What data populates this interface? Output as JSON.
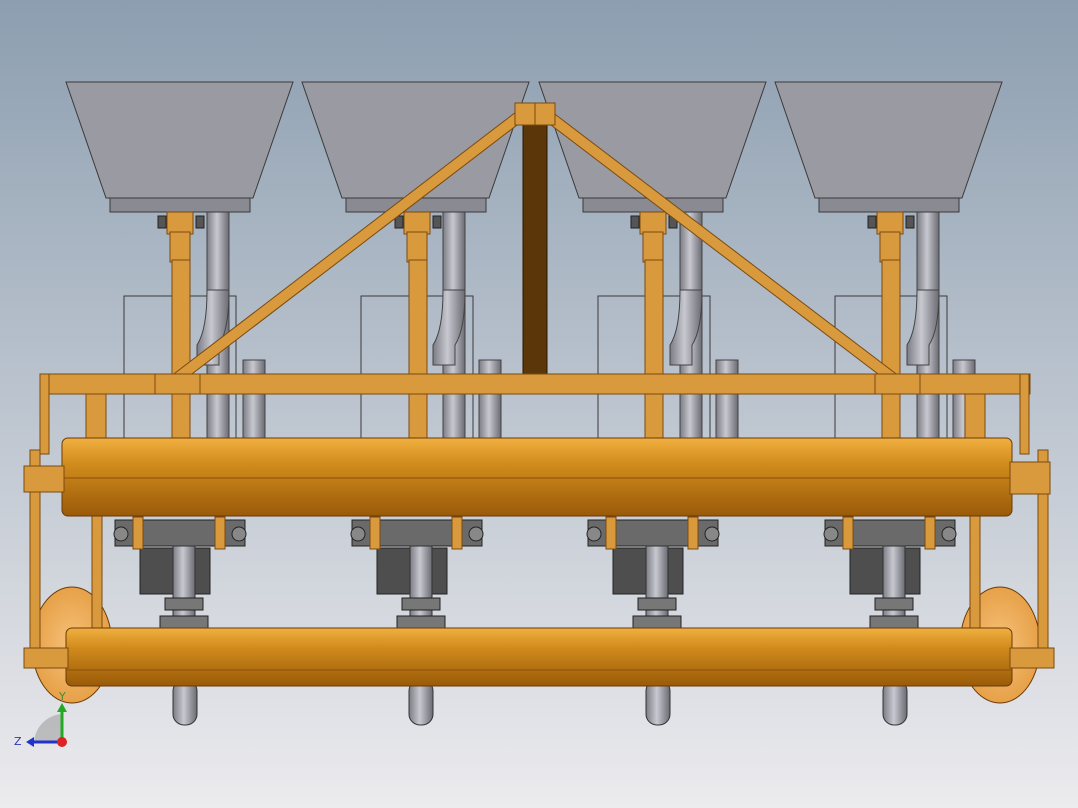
{
  "viewport": {
    "background_top": "#8c9eb0",
    "background_bottom": "#ecebee"
  },
  "model": {
    "frame_color": "#d89a3c",
    "frame_edge": "#7a4a10",
    "roller_light": "#f0b040",
    "roller_mid": "#d08a1c",
    "roller_dark": "#9a5a08",
    "hopper_color": "#9a9aa2",
    "hopper_edge": "#3a3a3a",
    "tube_color": "#a8a8b0",
    "bracket_color": "#4e4e4e",
    "mast_color": "#5a3608",
    "disc_color": "#f2ad55",
    "hopper_count": 4
  },
  "triad": {
    "y_label": "Y",
    "z_label": "Z",
    "y_color": "#22aa22",
    "z_color": "#2233cc",
    "x_color": "#dd2222"
  }
}
